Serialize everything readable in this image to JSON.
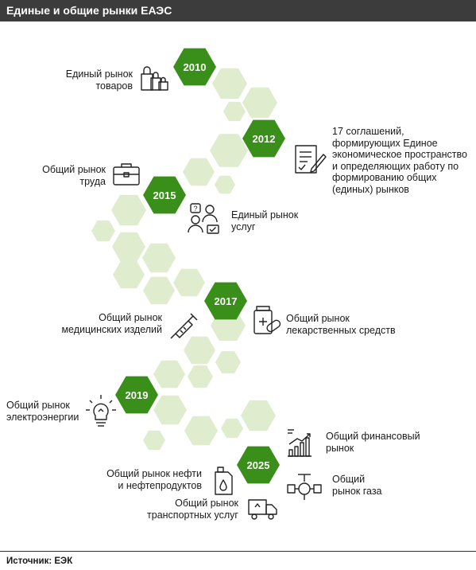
{
  "title": "Единые и общие рынки ЕАЭС",
  "colors": {
    "header_bg": "#3c3c3c",
    "year_hex": "#3a8f1a",
    "light_hex": "#dfeccd"
  },
  "milestones": [
    {
      "year": "2010",
      "markets": [
        {
          "lines": [
            "Единый рынок",
            "товаров"
          ],
          "icon": "shopping-bags-icon"
        }
      ]
    },
    {
      "year": "2012",
      "markets": [
        {
          "lines": [
            "17 соглашений,",
            "формирующих  Единое",
            "экономическое пространство",
            "и определяющих работу по",
            "формированию  общих",
            "(единых)  рынков"
          ],
          "icon": "signed-document-icon"
        }
      ]
    },
    {
      "year": "2015",
      "markets": [
        {
          "lines": [
            "Общий рынок",
            "труда"
          ],
          "icon": "briefcase-icon"
        },
        {
          "lines": [
            "Единый рынок",
            "услуг"
          ],
          "icon": "service-workers-icon"
        }
      ]
    },
    {
      "year": "2017",
      "markets": [
        {
          "lines": [
            "Общий рынок",
            "медицинских изделий"
          ],
          "icon": "syringe-icon"
        },
        {
          "lines": [
            "Общий рынок",
            "лекарственных  средств"
          ],
          "icon": "medicine-pills-icon"
        }
      ]
    },
    {
      "year": "2019",
      "markets": [
        {
          "lines": [
            "Общий рынок",
            "электроэнергии"
          ],
          "icon": "light-bulb-icon"
        }
      ]
    },
    {
      "year": "2025",
      "markets": [
        {
          "lines": [
            "Общий финансовый",
            "рынок"
          ],
          "icon": "growth-chart-icon"
        },
        {
          "lines": [
            "Общий рынок нефти",
            "и нефтепродуктов"
          ],
          "icon": "oil-canister-icon"
        },
        {
          "lines": [
            "Общий",
            "рынок газа"
          ],
          "icon": "gas-valve-icon"
        },
        {
          "lines": [
            "Общий рынок",
            "транспортных  услуг"
          ],
          "icon": "delivery-truck-icon"
        }
      ]
    }
  ],
  "source": {
    "label": "Источник:",
    "value": "ЕЭК"
  }
}
